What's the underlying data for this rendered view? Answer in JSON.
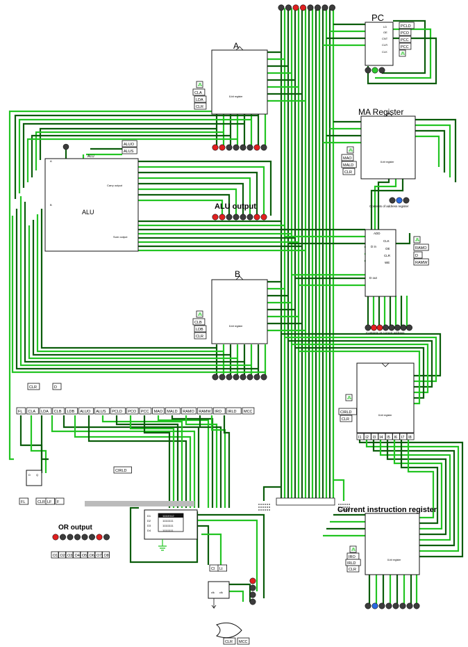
{
  "colors": {
    "wire_dark": "#0a5c0a",
    "wire_light": "#22c422",
    "led_off": "#3c3c3c",
    "led_red": "#e02020",
    "led_green": "#2ec82e",
    "led_blue": "#2a6ae0"
  },
  "registers": {
    "a": {
      "title": "A",
      "inputs": [
        "CLA",
        "LDA",
        "CLR"
      ],
      "leds": [
        "red",
        "red",
        "off",
        "off",
        "off",
        "off",
        "red",
        "off"
      ]
    },
    "b": {
      "title": "B",
      "inputs": [
        "CLB",
        "LDB",
        "CLR"
      ],
      "leds": [
        "off",
        "off",
        "off",
        "off",
        "off",
        "off",
        "off",
        "off"
      ]
    },
    "pc": {
      "title": "PC",
      "pins": [
        "LD",
        "OE",
        "CNT",
        "CLR",
        "CLK"
      ],
      "outputs": [
        "PCLD",
        "PCO",
        "PCC",
        "PCC"
      ],
      "leds": [
        "off",
        "green",
        "off"
      ]
    },
    "ma": {
      "title": "MA Register",
      "inputs": [
        "MAO",
        "MALD",
        "CLR"
      ],
      "leds": [
        "off",
        "blue",
        "off"
      ],
      "caption": "Contents of address register"
    },
    "ram": {
      "pins_left": [
        "ADD",
        "D in",
        "D out"
      ],
      "pins_right": [
        "CLK",
        "OE",
        "CLR",
        "WE"
      ],
      "inputs": [
        "RAMO",
        "D",
        "RAMW"
      ],
      "leds": [
        "off",
        "red",
        "red",
        "off",
        "off",
        "off",
        "off",
        "off"
      ],
      "caption": "Contents at current address"
    },
    "ir": {
      "inputs": [
        "CIRLD",
        "CLR"
      ],
      "leds": [
        "off",
        "off",
        "off",
        "off",
        "off",
        "off",
        "off",
        "off"
      ],
      "labels": [
        "I1",
        "I2",
        "I3",
        "I4",
        "I5",
        "I6",
        "I7",
        "I8"
      ]
    },
    "cir": {
      "title": "Current instruction register",
      "inputs": [
        "IRO",
        "IRLD",
        "CLR"
      ],
      "leds": [
        "off",
        "blue",
        "off",
        "off",
        "off",
        "off",
        "off",
        "off"
      ]
    }
  },
  "alu": {
    "title": "ALU",
    "inputs": [
      "ALUO",
      "ALUS"
    ],
    "input_label": "ALU",
    "carry_label": "Carry output",
    "sum_label": "Sum output",
    "output_title": "ALU output",
    "leds": [
      "red",
      "red",
      "off",
      "off",
      "off",
      "off",
      "red",
      "red"
    ]
  },
  "bus_leds": [
    "off",
    "off",
    "red",
    "red",
    "off",
    "off",
    "off",
    "off"
  ],
  "control": {
    "clr_label": "CLR",
    "d_label": "D",
    "signals": [
      "FL",
      "CLA",
      "LDA",
      "CLB",
      "LDB",
      "ALUO",
      "ALUS",
      "PCLD",
      "PCO",
      "PCC",
      "MAO",
      "MALD",
      "RAMO",
      "RAMW",
      "IRO",
      "IRLD",
      "MCC"
    ],
    "flag_inputs": [
      "FL",
      "CLR",
      "LF",
      "F"
    ],
    "cirld_label": "CIRLD",
    "rom_rows": [
      "D1",
      "D2",
      "D3",
      "D4"
    ],
    "rom_values": [
      "11110112",
      "11111111",
      "11111111",
      "11111111"
    ],
    "counter_labels": [
      "Cl",
      "Lt"
    ]
  },
  "or_output": {
    "title": "OR output",
    "labels": [
      "O1",
      "O2",
      "O3",
      "O4",
      "O5",
      "O6",
      "O7",
      "O8"
    ],
    "leds": [
      "red",
      "off",
      "off",
      "off",
      "off",
      "off",
      "red",
      "off"
    ]
  },
  "clock": {
    "leds": [
      "red",
      "off",
      "off",
      "off"
    ],
    "inputs": [
      "CLR",
      "MCC"
    ]
  }
}
